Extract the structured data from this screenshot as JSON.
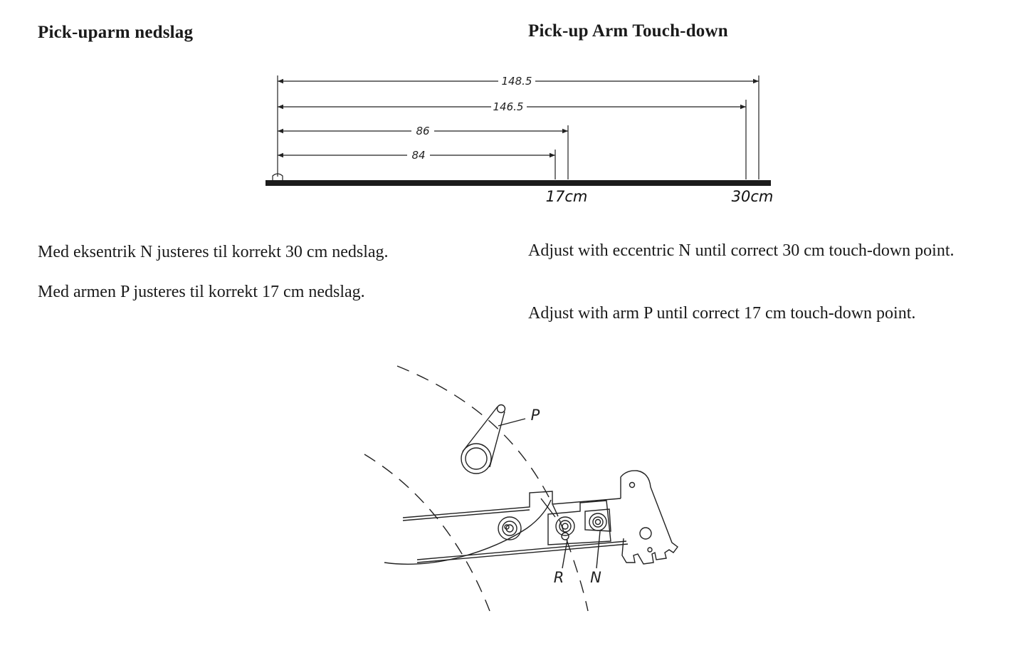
{
  "headings": {
    "norwegian": "Pick-uparm nedslag",
    "english": "Pick-up Arm Touch-down"
  },
  "dimension_diagram": {
    "dimensions": [
      "148.5",
      "146.5",
      "86",
      "84"
    ],
    "touchdown_marks": [
      "17cm",
      "30cm"
    ]
  },
  "text": {
    "norwegian": [
      "Med eksentrik N justeres til korrekt 30 cm nedslag.",
      "Med armen P justeres til korrekt 17 cm nedslag."
    ],
    "english": [
      "Adjust with eccentric N until correct 30 cm touch-down point.",
      "Adjust with arm P until correct 17 cm touch-down point."
    ]
  },
  "mechanism_drawing": {
    "part_labels": [
      "P",
      "R",
      "N"
    ]
  }
}
